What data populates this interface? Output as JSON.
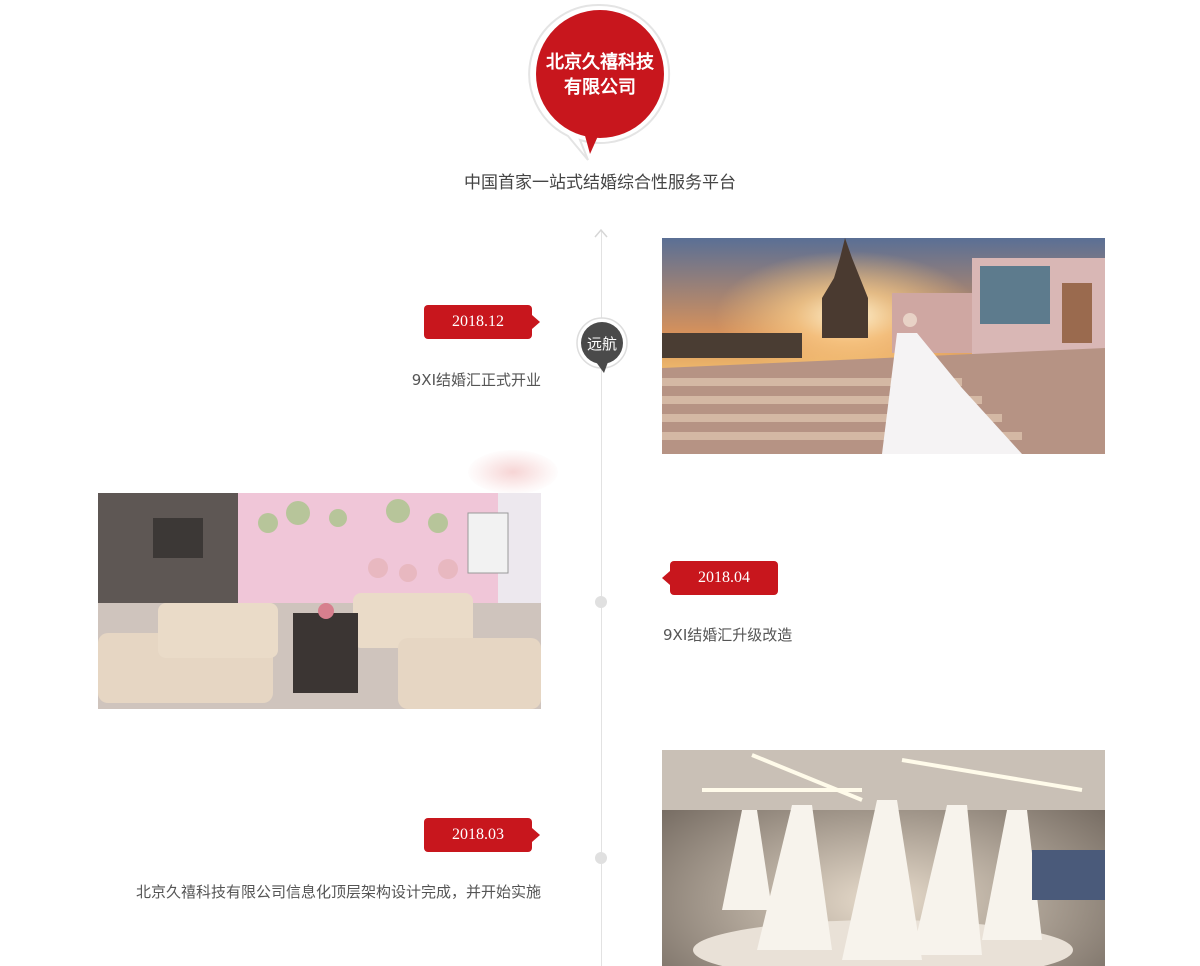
{
  "company": {
    "name_line1": "北京久禧科技",
    "name_line2": "有限公司",
    "slogan": "中国首家一站式结婚综合性服务平台"
  },
  "timeline": {
    "badge_label": "远航",
    "events": [
      {
        "date": "2018.12",
        "text": "9XI结婚汇正式开业"
      },
      {
        "date": "2018.04",
        "text": "9XI结婚汇升级改造"
      },
      {
        "date": "2018.03",
        "text": "北京久禧科技有限公司信息化顶层架构设计完成，并开始实施"
      }
    ]
  },
  "colors": {
    "brand_red": "#c8161d",
    "axis": "#e2e2e2",
    "badge": "#4a4a4a"
  }
}
